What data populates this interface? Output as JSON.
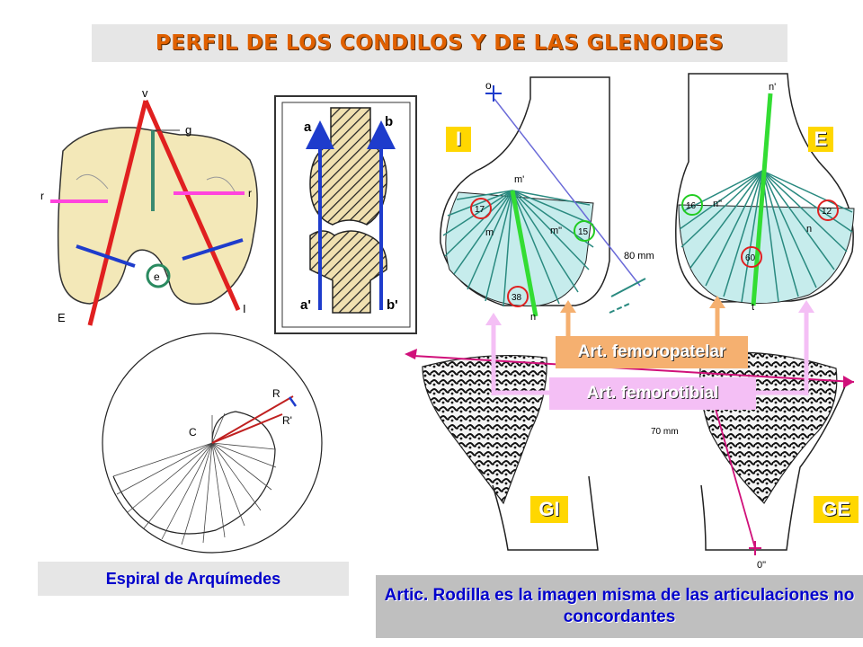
{
  "title": "PERFIL DE LOS CONDILOS Y DE LAS GLENOIDES",
  "labels": {
    "internal": "I",
    "external": "E",
    "glenoid_internal": "GI",
    "glenoid_external": "GE"
  },
  "articulations": {
    "femoropatelar": "Art. femoropatelar",
    "femorotibial": "Art. femorotibial"
  },
  "spiral_caption": "Espiral de Arquímedes",
  "conclusion": "Artic. Rodilla es la imagen misma de las articulaciones no concordantes",
  "femur_letters": {
    "v": "v",
    "g": "g",
    "r_left": "r",
    "r_right": "r",
    "e": "e",
    "E": "E",
    "I": "I"
  },
  "axis_letters": {
    "a": "a",
    "b": "b",
    "a_prime": "a'",
    "b_prime": "b'"
  },
  "spiral_letters": {
    "R": "R",
    "R_prime": "R'",
    "C": "C"
  },
  "condyle_letters": {
    "o": "o",
    "m_prime": "m'",
    "m": "m",
    "m_dbl": "m\"",
    "n_letter": "n",
    "n_prime": "n'",
    "n_dbl": "n\"",
    "n": "n",
    "t": "t",
    "mm80": "80 mm",
    "mm70": "70 mm",
    "o_dbl": "0\""
  },
  "circled_numbers": {
    "n17": "17",
    "n15": "15",
    "n38": "38",
    "n16": "16",
    "n12": "12",
    "n60": "60"
  },
  "colors": {
    "title": "#e06000",
    "accent_red": "#e02020",
    "accent_blue": "#1e3ccc",
    "accent_green": "#22cc22",
    "teal": "#2a8a80",
    "magenta": "#d0107a"
  }
}
